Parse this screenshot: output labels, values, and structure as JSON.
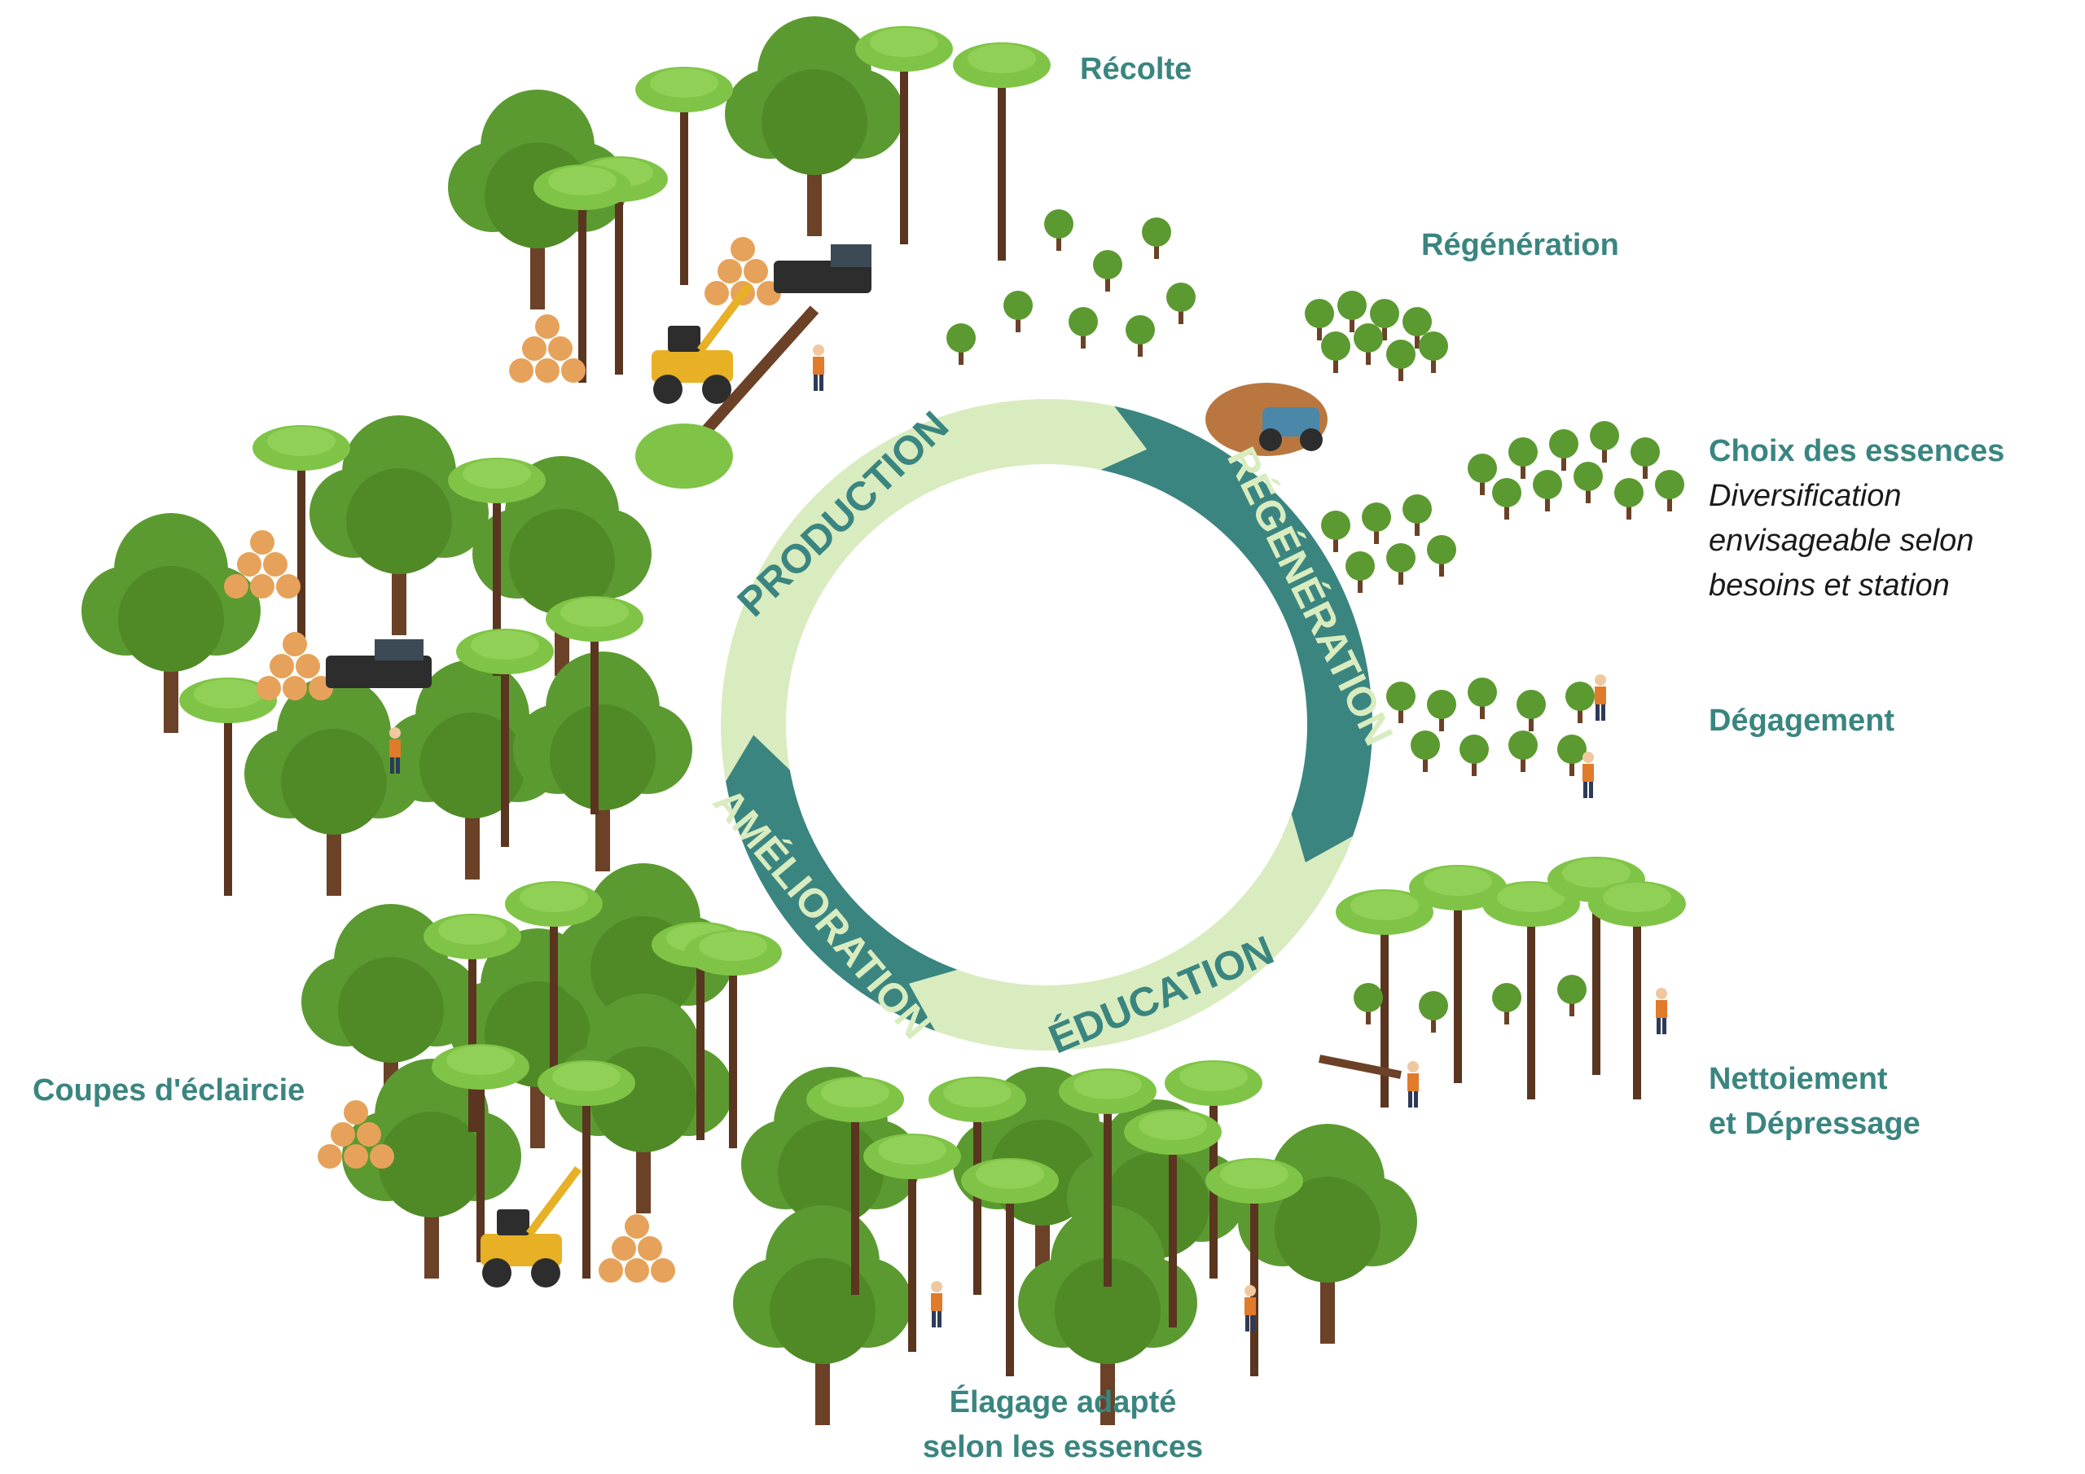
{
  "cycle": {
    "stages": [
      {
        "label": "PRODUCTION",
        "fill": "#d9ecbf",
        "text_color": "#3a8580"
      },
      {
        "label": "RÉGÉNÉRATION",
        "fill": "#3a8580",
        "text_color": "#d9ecbf"
      },
      {
        "label": "ÉDUCATION",
        "fill": "#d9ecbf",
        "text_color": "#3a8580"
      },
      {
        "label": "AMÉLIORATION",
        "fill": "#3a8580",
        "text_color": "#d9ecbf"
      }
    ]
  },
  "labels": {
    "recolte": "Récolte",
    "regeneration": "Régénération",
    "choix_title": "Choix des essences",
    "choix_sub_1": "Diversification",
    "choix_sub_2": "envisageable selon",
    "choix_sub_3": "besoins et station",
    "degagement": "Dégagement",
    "nettoiement_1": "Nettoiement",
    "nettoiement_2": "et Dépressage",
    "elagage_1": "Élagage adapté",
    "elagage_2": "selon les essences",
    "coupes": "Coupes d'éclaircie"
  },
  "colors": {
    "accent_teal": "#3a8580",
    "light_green": "#d9ecbf",
    "tree_green": "#5b9a30",
    "pine_green": "#7fc446",
    "trunk": "#6b4127"
  }
}
